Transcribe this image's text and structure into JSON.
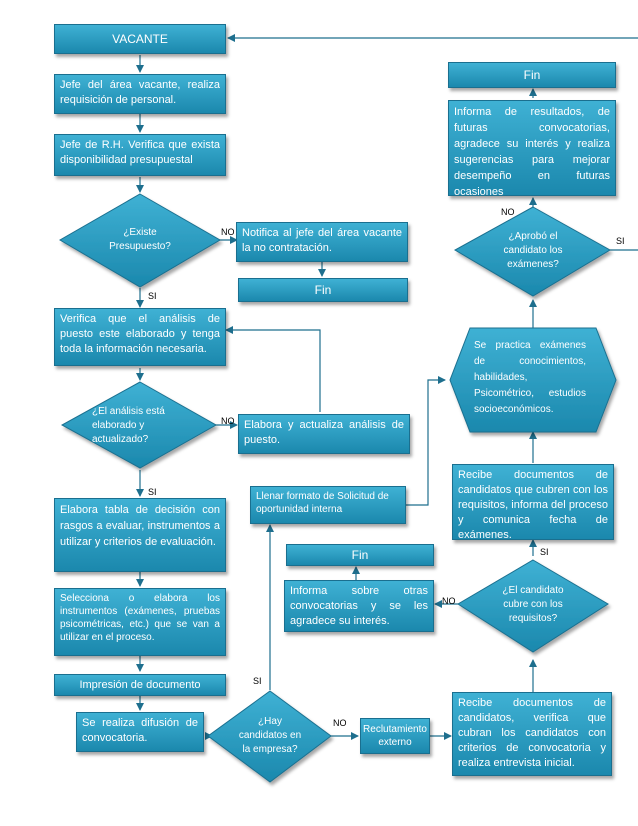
{
  "nodes": {
    "vacante": "VACANTE",
    "jefe_requisicion": "Jefe del área vacante, realiza requisición de personal.",
    "jefe_rh": "Jefe de R.H. Verifica que exista disponibilidad presupuestal",
    "existe_presupuesto": "¿Existe Presupuesto?",
    "notifica_no_contratacion": "Notifica al jefe del área vacante la no contratación.",
    "fin_1": "Fin",
    "verifica_analisis": "Verifica que el análisis de puesto este elaborado y tenga toda la información necesaria.",
    "analisis_elaborado": "¿El análisis está elaborado y actualizado?",
    "elabora_actualiza": "Elabora y actualiza análisis de puesto.",
    "elabora_tabla": "Elabora tabla de decisión con rasgos a evaluar, instrumentos a utilizar y criterios de evaluación.",
    "selecciona_pruebas": "Selecciona o elabora los instrumentos (exámenes, pruebas psicométricas, etc.) que se van a utilizar en el proceso.",
    "impresion": "Impresión de documento",
    "difusion": "Se realiza difusión de convocatoria.",
    "hay_candidatos": "¿Hay candidatos en la empresa?",
    "reclutamiento_externo": "Reclutamiento externo",
    "llenar_formato": "Llenar formato de Solicitud de oportunidad interna",
    "recibe_entrevista": "Recibe documentos de candidatos, verifica que cubran los candidatos con criterios de convocatoria y realiza entrevista inicial.",
    "cubre_requisitos": "¿El candidato cubre con los requisitos?",
    "informa_otras": "Informa sobre otras convocatorias y se les agradece su interés.",
    "fin_2": "Fin",
    "recibe_fecha": "Recibe documentos de candidatos que cubren con los requisitos, informa del proceso y comunica fecha de exámenes.",
    "practica_examenes": "Se practica exámenes de conocimientos, habilidades, Psicométrico, estudios socioeconómicos.",
    "aprobo_examenes": "¿Aprobó el candidato los exámenes?",
    "informa_resultados": "Informa de resultados, de futuras convocatorias, agradece su interés y realiza sugerencias para mejorar desempeño en futuras ocasiones",
    "fin_3": "Fin"
  },
  "labels": {
    "no_presupuesto": "NO",
    "si_presupuesto": "SI",
    "no_analisis": "NO",
    "si_analisis": "SI",
    "si_hay": "SI",
    "no_hay": "NO",
    "no_cubre": "NO",
    "si_cubre": "SI",
    "no_aprobo": "NO",
    "si_aprobo": "SI"
  },
  "colors": {
    "node_top": "#3fb1d4",
    "node_bottom": "#1b88ad",
    "border": "#1a6f8f",
    "connector": "#1e6f8e"
  }
}
